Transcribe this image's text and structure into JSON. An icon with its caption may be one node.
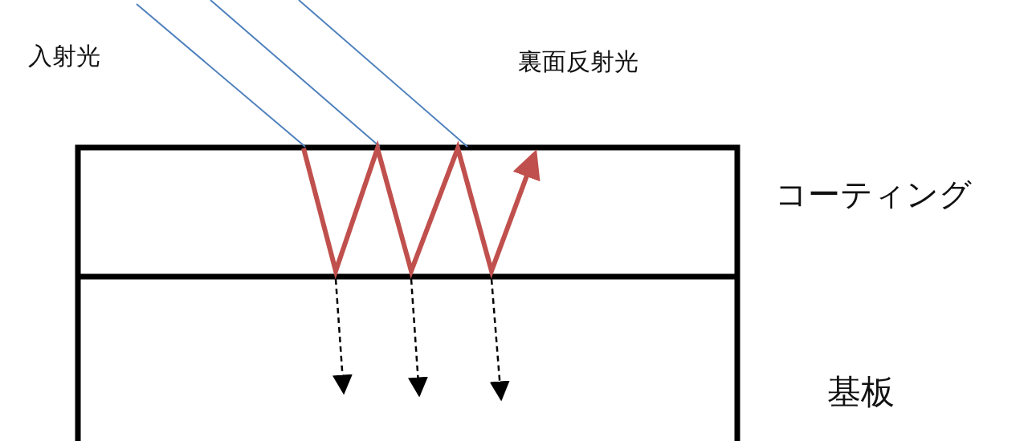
{
  "diagram": {
    "labels": [
      "入射光",
      "裏面反射光",
      "コーティング",
      "基板"
    ]
  }
}
